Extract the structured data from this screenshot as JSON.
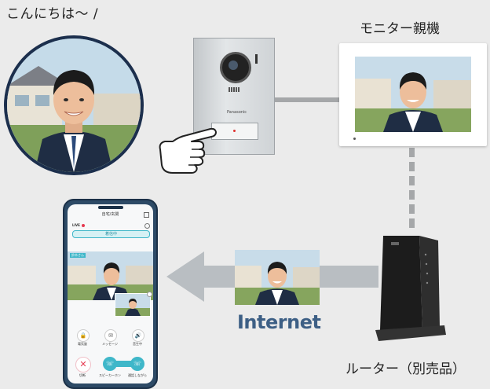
{
  "labels": {
    "greeting": "こんにちは〜 /",
    "monitor": "モニター親機",
    "router": "ルーター（別売品）",
    "internet": "Internet"
  },
  "door_station": {
    "brand": "Panasonic"
  },
  "phone_app": {
    "title": "自宅/玄関",
    "live_label": "LIVE",
    "status_badge": "着信中",
    "name_tag": "鈴木さん",
    "actions_top": [
      "電気錠",
      "メッセージ",
      "音生中"
    ],
    "actions_bottom": [
      "切断",
      "スピーカーホン",
      "通話しながら"
    ]
  },
  "colors": {
    "background": "#ebebeb",
    "frame": "#1c2f4d",
    "arrow": "#b9bec2",
    "connector": "#a5a7a9",
    "internet_text": "#3d5f85",
    "accent_teal": "#3fb7c9",
    "alert_red": "#e63950"
  },
  "icons": [
    "finger-press-icon",
    "lock-icon",
    "message-icon",
    "speaker-icon",
    "close-icon",
    "handset-icon"
  ]
}
